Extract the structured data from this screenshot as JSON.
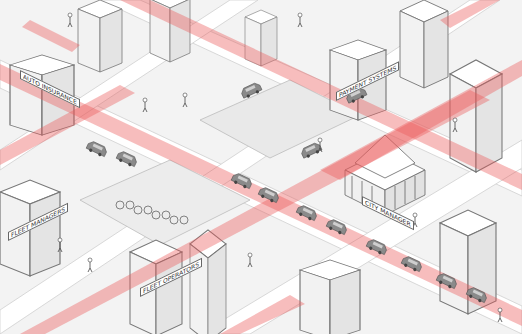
{
  "diagram": {
    "labels": [
      "AUTO INSURANCE",
      "PAYMENT SYSTEMS",
      "CITY MANAGER",
      "FLEET OPERATORS",
      "FLEET MANAGERS"
    ]
  }
}
